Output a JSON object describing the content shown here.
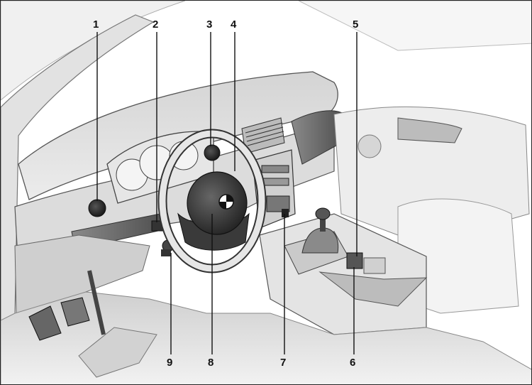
{
  "diagram": {
    "callouts": [
      {
        "id": "1",
        "label": "1"
      },
      {
        "id": "2",
        "label": "2"
      },
      {
        "id": "3",
        "label": "3"
      },
      {
        "id": "4",
        "label": "4"
      },
      {
        "id": "5",
        "label": "5"
      },
      {
        "id": "6",
        "label": "6"
      },
      {
        "id": "7",
        "label": "7"
      },
      {
        "id": "8",
        "label": "8"
      },
      {
        "id": "9",
        "label": "9"
      }
    ]
  },
  "colors": {
    "line": "#111111",
    "shade_dark": "#5a5a5a",
    "shade_mid": "#9a9a9a",
    "shade_light": "#d8d8d8",
    "background": "#ffffff"
  }
}
